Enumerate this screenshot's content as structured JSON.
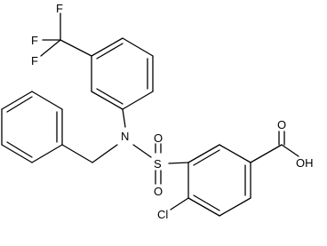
{
  "structure": {
    "atoms": {
      "f1": "F",
      "f2": "F",
      "f3": "F",
      "n": "N",
      "s": "S",
      "o1": "O",
      "o2": "O",
      "cl": "Cl",
      "oh": "OH",
      "o_acid": "O"
    }
  },
  "colors": {
    "bond": "#000000",
    "label": "#000000",
    "background": "#ffffff"
  }
}
